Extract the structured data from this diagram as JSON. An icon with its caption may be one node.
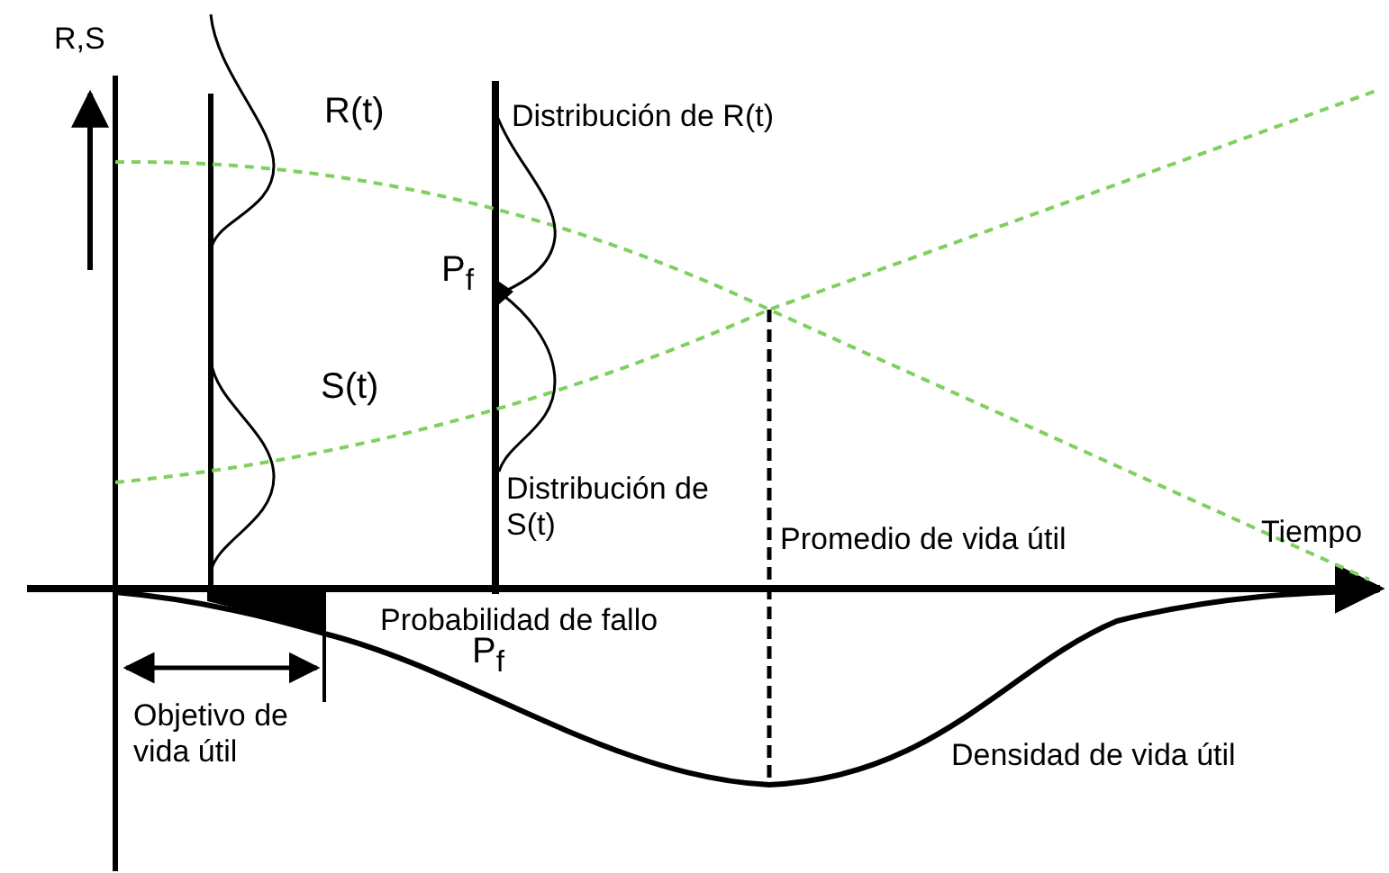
{
  "diagram": {
    "labels": [
      "R,S",
      "R(t)",
      "Distribución de R(t)",
      "P$_{f}$",
      "S(t)",
      "Distribución de S(t)",
      "Promedio de vida útil",
      "Tiempo",
      "Probabilidad de fallo",
      "P$_{f}$",
      "Objetivo de vida útil",
      "Densidad de vida útil"
    ]
  }
}
